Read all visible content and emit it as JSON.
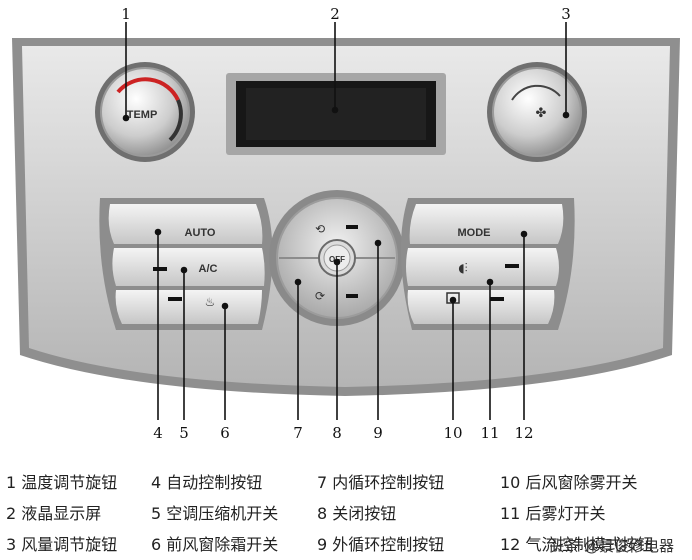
{
  "callout_numbers": [
    "1",
    "2",
    "3",
    "4",
    "5",
    "6",
    "7",
    "8",
    "9",
    "10",
    "11",
    "12"
  ],
  "panel": {
    "temp_knob_label": "TEMP",
    "auto_label": "AUTO",
    "ac_label": "A/C",
    "off_label": "OFF",
    "mode_label": "MODE"
  },
  "legend": [
    [
      "1 温度调节旋钮",
      "4 自动控制按钮",
      "7 内循环控制按钮",
      "10 后风窗除雾开关"
    ],
    [
      "2 液晶显示屏",
      "5 空调压缩机开关",
      "8 关闭按钮",
      "11 后雾灯开关"
    ],
    [
      "3 风量调节旋钮",
      "6 前风窗除霜开关",
      "9 外循环控制按钮",
      "12 气流控制模式按钮"
    ]
  ],
  "watermark": "头条 @景俊修电器",
  "colors": {
    "panel": "#c9c9c9",
    "panel_dark": "#8d8d8d",
    "screen": "#1a1a1a",
    "callout_line": "#111111"
  }
}
